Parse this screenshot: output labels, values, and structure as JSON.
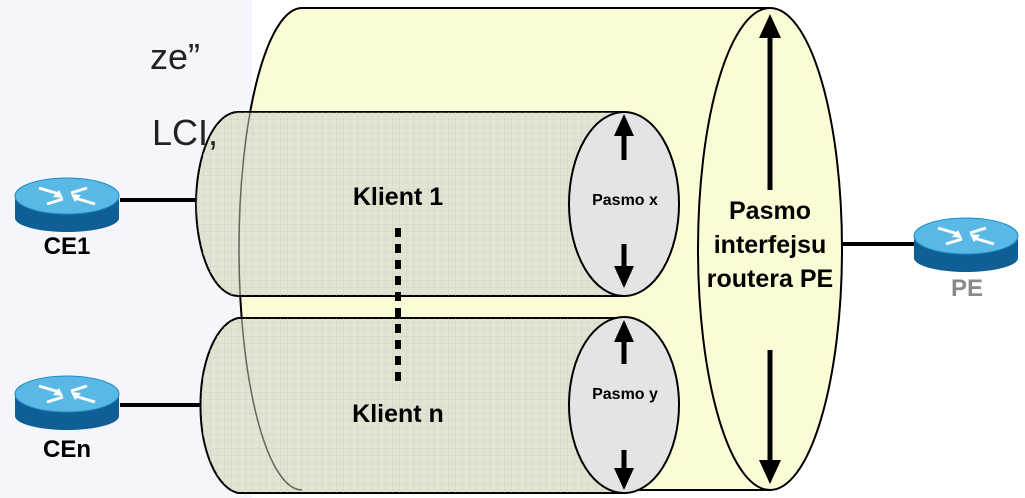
{
  "slide_fragment": {
    "line1": "ze”",
    "line2": "LCI,"
  },
  "routers": {
    "ce1": "CE1",
    "cen": "CEn",
    "pe": "PE"
  },
  "clients": {
    "client1": "Klient 1",
    "clientn": "Klient n"
  },
  "bandwidth": {
    "pasmo_x": "Pasmo x",
    "pasmo_y": "Pasmo y",
    "router_interface": "Pasmo interfejsu routera PE"
  },
  "colors": {
    "outer_tube": "#fbfbd6",
    "inner_tube": "#e3e3d3",
    "tube_end": "#e4e4e4",
    "router_body": "#1e8dc6",
    "router_top": "#5ab8e6",
    "pe_label": "#8a8a8a"
  }
}
